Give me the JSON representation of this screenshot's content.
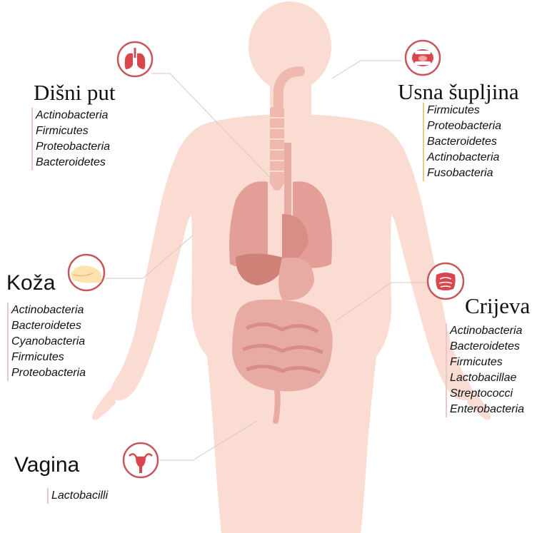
{
  "sites": [
    {
      "id": "respiratory",
      "title": "Dišni put",
      "icon": "lungs-icon",
      "bacteria": [
        "Actinobacteria",
        "Firmicutes",
        "Proteobacteria",
        "Bacteroidetes"
      ]
    },
    {
      "id": "oral",
      "title": "Usna šupljina",
      "icon": "mouth-icon",
      "bacteria": [
        "Firmicutes",
        "Proteobacteria",
        "Bacteroidetes",
        "Actinobacteria",
        "Fusobacteria"
      ]
    },
    {
      "id": "skin",
      "title": "Koža",
      "icon": "skin-icon",
      "bacteria": [
        "Actinobacteria",
        "Bacteroidetes",
        "Cyanobacteria",
        "Firmicutes",
        "Proteobacteria"
      ]
    },
    {
      "id": "gut",
      "title": "Crijeva",
      "icon": "intestine-icon",
      "bacteria": [
        "Actinobacteria",
        "Bacteroidetes",
        "Firmicutes",
        "Lactobacillae",
        "Streptococci",
        "Enterobacteria"
      ]
    },
    {
      "id": "vagina",
      "title": "Vagina",
      "icon": "uterus-icon",
      "bacteria": [
        "Lactobacilli"
      ]
    }
  ],
  "colors": {
    "body": "#fbdcd2",
    "organ": "#efb9b0",
    "organ_dark": "#e39f97",
    "icon_ring": "#c6555c",
    "icon_fill": "#d8474e",
    "leader_line": "#d9c6c3",
    "skin_tone": "#fde3b0"
  }
}
